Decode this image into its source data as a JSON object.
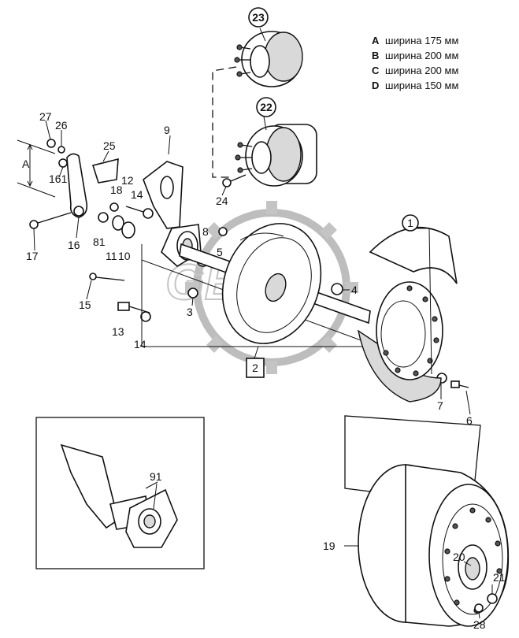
{
  "legend": [
    {
      "key": "A",
      "text": "ширина 175 мм"
    },
    {
      "key": "B",
      "text": "ширина 200 мм"
    },
    {
      "key": "C",
      "text": "ширина 200 мм"
    },
    {
      "key": "D",
      "text": "ширина 150 мм"
    }
  ],
  "dimension_label": "A",
  "watermark": "GBZ",
  "callouts": {
    "c1": "1",
    "c2": "2",
    "c3": "3",
    "c4": "4",
    "c5": "5",
    "c6": "6",
    "c7": "7",
    "c8": "8",
    "c9": "9",
    "c10": "10",
    "c11": "11",
    "c12": "12",
    "c13": "13",
    "c14a": "14",
    "c14b": "14",
    "c15": "15",
    "c16": "16",
    "c161": "161",
    "c17": "17",
    "c18": "18",
    "c19": "19",
    "c20": "20",
    "c21": "21",
    "c22": "22",
    "c23": "23",
    "c24": "24",
    "c25": "25",
    "c26": "26",
    "c27": "27",
    "c28": "28",
    "c81": "81",
    "c91": "91"
  }
}
